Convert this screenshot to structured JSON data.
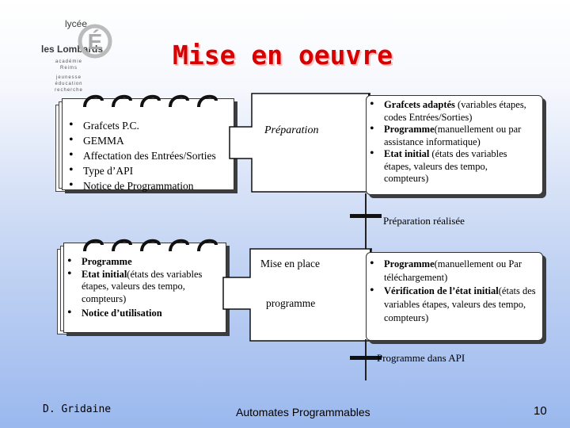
{
  "logo": {
    "line1": "lycée",
    "line2": "les Lombards",
    "academy": [
      "académie",
      "Reims"
    ],
    "ministry": [
      "jeunesse",
      "éducation",
      "recherche"
    ]
  },
  "title": "Mise en oeuvre",
  "row1": {
    "left_items": [
      "Grafcets P.C.",
      "GEMMA",
      "Affectation des Entrées/Sorties",
      "Type d’API",
      "Notice de Programmation"
    ],
    "middle_label": "Préparation",
    "right_items": [
      {
        "bold": "Grafcets adaptés",
        "normal": " (variables étapes, codes Entrées/Sorties)"
      },
      {
        "bold": "Programme",
        "normal": "(manuellement ou par assistance informatique)"
      },
      {
        "bold": "Etat initial",
        "normal": " (états des variables étapes, valeurs des tempo, compteurs)"
      }
    ],
    "milestone": "Préparation réalisée"
  },
  "row2": {
    "left_items": [
      {
        "bold": "Programme",
        "normal": ""
      },
      {
        "bold": "Etat initial",
        "normal": "(états des variables étapes, valeurs des tempo, compteurs)"
      },
      {
        "bold": "Notice d’utilisation",
        "normal": ""
      }
    ],
    "middle_label_1": "Mise en place",
    "middle_label_2": "programme",
    "right_items": [
      {
        "bold": "Programme",
        "normal": "(manuellement ou Par téléchargement)"
      },
      {
        "bold": "Vérification de l’état initial",
        "normal": "(états des variables étapes, valeurs des tempo, compteurs)"
      }
    ],
    "milestone": "Programme dans API"
  },
  "footer": {
    "author": "D. Gridaine",
    "course": "Automates Programmables",
    "page": "10"
  },
  "colors": {
    "title": "#d70000",
    "background_top": "#ffffff",
    "background_bottom": "#9ab8ee"
  }
}
